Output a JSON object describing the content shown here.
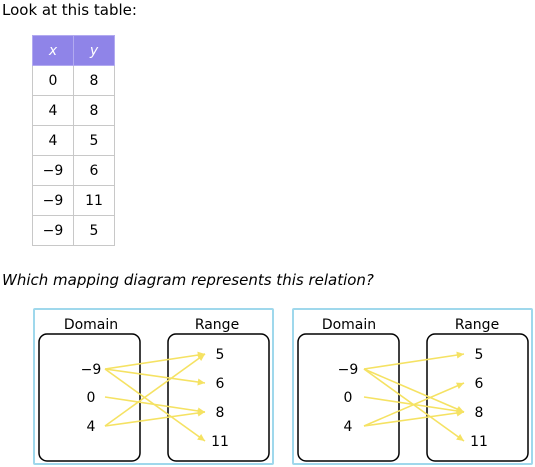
{
  "intro_text": "Look at this table:",
  "table": {
    "headers": [
      "x",
      "y"
    ],
    "rows": [
      [
        "0",
        "8"
      ],
      [
        "4",
        "8"
      ],
      [
        "4",
        "5"
      ],
      [
        "−9",
        "6"
      ],
      [
        "−9",
        "11"
      ],
      [
        "−9",
        "5"
      ]
    ],
    "header_color": "#8f84e8"
  },
  "question": "Which mapping diagram represents this relation?",
  "arrow_color": "#f5e263",
  "choices": [
    {
      "domain_label": "Domain",
      "range_label": "Range",
      "domain": [
        "−9",
        "0",
        "4"
      ],
      "range": [
        "5",
        "6",
        "8",
        "11"
      ],
      "mappings": [
        [
          "−9",
          "5"
        ],
        [
          "−9",
          "6"
        ],
        [
          "−9",
          "11"
        ],
        [
          "0",
          "8"
        ],
        [
          "4",
          "5"
        ],
        [
          "4",
          "8"
        ]
      ]
    },
    {
      "domain_label": "Domain",
      "range_label": "Range",
      "domain": [
        "−9",
        "0",
        "4"
      ],
      "range": [
        "5",
        "6",
        "8",
        "11"
      ],
      "mappings": [
        [
          "−9",
          "5"
        ],
        [
          "−9",
          "8"
        ],
        [
          "−9",
          "11"
        ],
        [
          "0",
          "8"
        ],
        [
          "4",
          "6"
        ],
        [
          "4",
          "8"
        ]
      ]
    }
  ]
}
